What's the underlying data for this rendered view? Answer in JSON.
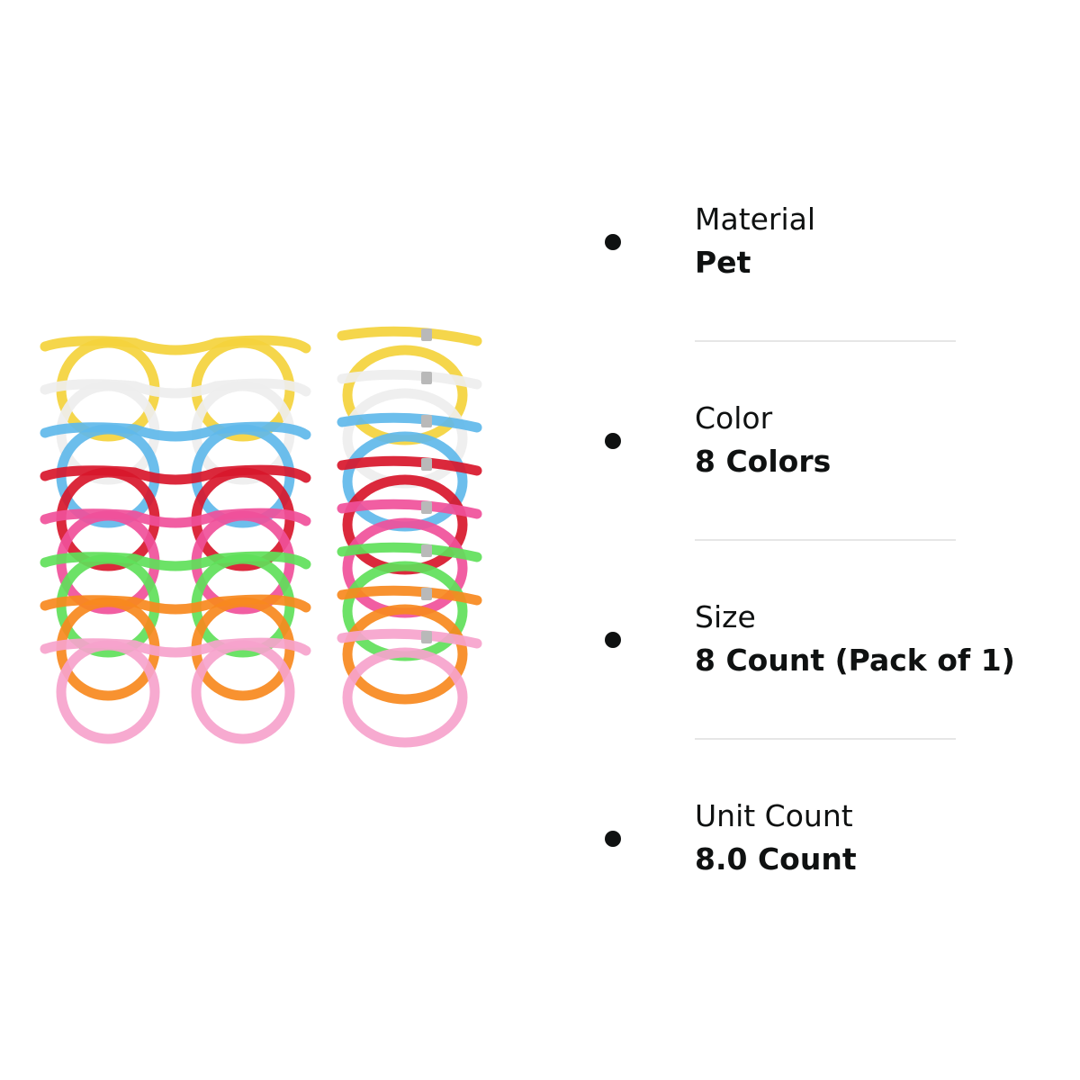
{
  "product_image": {
    "icon": "straw-glasses-image",
    "frame_colors": [
      "#f4d23c",
      "#eeeeee",
      "#5fb8ea",
      "#d8172b",
      "#f0509a",
      "#5fe05a",
      "#f7891e",
      "#f6a3cc"
    ]
  },
  "specs": [
    {
      "label": "Material",
      "value": "Pet"
    },
    {
      "label": "Color",
      "value": "8 Colors"
    },
    {
      "label": "Size",
      "value": "8 Count (Pack of 1)"
    },
    {
      "label": "Unit Count",
      "value": "8.0 Count"
    }
  ]
}
